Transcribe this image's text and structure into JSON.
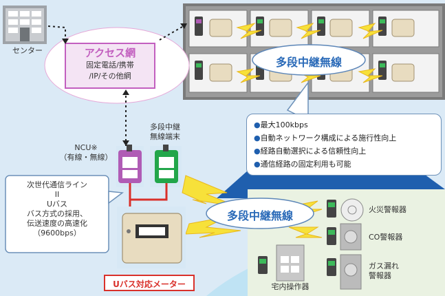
{
  "center": {
    "label": "センター"
  },
  "access_net": {
    "title": "アクセス網",
    "lines": [
      "固定電話/携帯",
      "/IP/その他網"
    ]
  },
  "cloud_labels": {
    "top": "多段中継無線",
    "bottom": "多段中継無線"
  },
  "ncu": {
    "label_line1": "NCU※",
    "label_line2": "（有線・無線）"
  },
  "relay_terminal": {
    "label_line1": "多段中継",
    "label_line2": "無線端末"
  },
  "features": [
    "最大100kbps",
    "自動ネットワーク構成による施行性向上",
    "経路自動選択による信頼性向上",
    "通信経路の固定利用も可能"
  ],
  "upas_note": [
    "次世代通信ライン",
    "II",
    "Uバス",
    "バス方式の採用、",
    "伝送速度の高速化",
    "（9600bps）"
  ],
  "meter_label": "Uバス対応メーター",
  "devices": {
    "fire": "火災警報器",
    "co": "CO警報器",
    "gas_line1": "ガス漏れ",
    "gas_line2": "警報器",
    "home_panel": "宅内操作器"
  },
  "colors": {
    "accent_blue": "#1f5fae",
    "purple": "#9a4ea3",
    "green": "#22a64a",
    "red": "#d9302a"
  }
}
